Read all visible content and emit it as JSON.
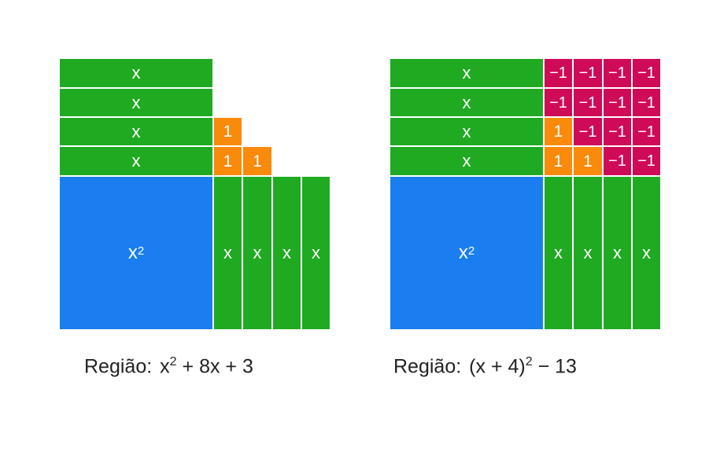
{
  "left_diagram": {
    "strips_label": "x",
    "ones_label": "1",
    "square_base": "x",
    "square_exp": "2",
    "column_label": "x",
    "caption": {
      "prefix": "Região:",
      "base": "x",
      "exp": "2",
      "rest": "+ 8x + 3"
    }
  },
  "right_diagram": {
    "strips_label": "x",
    "ones_label": "1",
    "neg_ones_label": "−1",
    "square_base": "x",
    "square_exp": "2",
    "column_label": "x",
    "caption": {
      "prefix": "Região:",
      "base": "(x + 4)",
      "exp": "2",
      "rest": "− 13"
    }
  },
  "colors": {
    "x_tile": "#1faa22",
    "unit_tile": "#f98a0c",
    "neg_unit_tile": "#cf0a56",
    "square_tile": "#1a7ef0"
  }
}
